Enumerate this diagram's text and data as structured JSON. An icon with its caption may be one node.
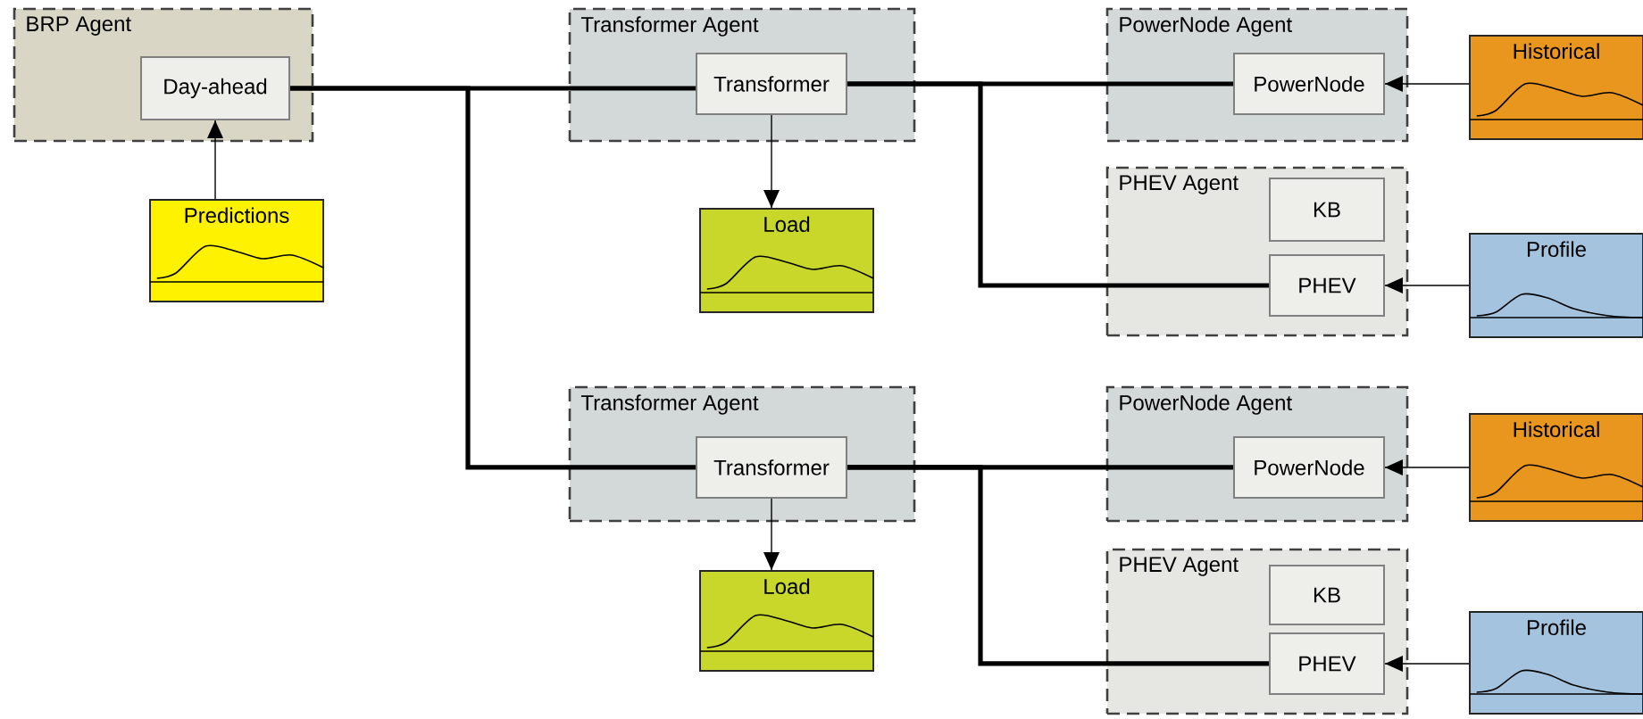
{
  "diagram": {
    "nodes": [
      {
        "text": [
          "BRP Agent"
        ]
      },
      {
        "text": [
          "Day-ahead"
        ],
        "in": 0
      },
      {
        "text": [
          "Predictions"
        ]
      },
      {
        "text": [
          "Transformer Agent"
        ]
      },
      {
        "text": [
          "Transformer"
        ],
        "in": 3
      },
      {
        "text": [
          "Load"
        ]
      },
      {
        "text": [
          "PowerNode Agent"
        ]
      },
      {
        "text": [
          "PowerNode"
        ],
        "in": 6
      },
      {
        "text": [
          "Historical"
        ]
      },
      {
        "text": [
          "PHEV Agent"
        ]
      },
      {
        "text": [
          "KB"
        ],
        "in": 9
      },
      {
        "text": [
          "PHEV"
        ],
        "in": 9
      },
      {
        "text": [
          "Profile"
        ]
      },
      {
        "text": [
          "Transformer Agent"
        ]
      },
      {
        "text": [
          "Transformer"
        ],
        "in": 13
      },
      {
        "text": [
          "Load"
        ]
      },
      {
        "text": [
          "PowerNode Agent"
        ]
      },
      {
        "text": [
          "PowerNode"
        ],
        "in": 16
      },
      {
        "text": [
          "Historical"
        ]
      },
      {
        "text": [
          "PHEV Agent"
        ]
      },
      {
        "text": [
          "KB"
        ],
        "in": 19
      },
      {
        "text": [
          "PHEV"
        ],
        "in": 19
      },
      {
        "text": [
          "Profile"
        ]
      }
    ],
    "edges": [
      {
        "from": 2,
        "to": 1,
        "arrow": "to"
      },
      {
        "from": 1,
        "to": 4,
        "arrow": "none",
        "style": "thick"
      },
      {
        "from": 1,
        "to": 14,
        "arrow": "none",
        "style": "thick"
      },
      {
        "from": 4,
        "to": 5,
        "arrow": "to"
      },
      {
        "from": 4,
        "to": 7,
        "arrow": "none",
        "style": "thick"
      },
      {
        "from": 4,
        "to": 11,
        "arrow": "none",
        "style": "thick"
      },
      {
        "from": 8,
        "to": 7,
        "arrow": "to"
      },
      {
        "from": 12,
        "to": 11,
        "arrow": "to"
      },
      {
        "from": 14,
        "to": 15,
        "arrow": "to"
      },
      {
        "from": 14,
        "to": 17,
        "arrow": "none",
        "style": "thick"
      },
      {
        "from": 14,
        "to": 21,
        "arrow": "none",
        "style": "thick"
      },
      {
        "from": 18,
        "to": 17,
        "arrow": "to"
      },
      {
        "from": 22,
        "to": 21,
        "arrow": "to"
      }
    ]
  }
}
